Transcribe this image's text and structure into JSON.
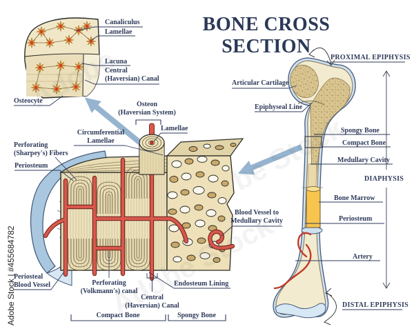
{
  "title": "BONE CROSS SECTION",
  "watermark": {
    "vertical": "Adobe Stock | #455684782",
    "diag1": "Adobe",
    "diag2": "be Stock",
    "diag3": "Adobe Stock"
  },
  "inset": {
    "canaliculus": "Canaliculus",
    "lamellae": "Lamellae",
    "lacuna": "Lacuna",
    "central_canal": "Central\n(Haversian) Canal",
    "osteocyte": "Osteocyte"
  },
  "osteon": {
    "osteon": "Osteon\n(Haversian System)",
    "lamellae": "Lamellae",
    "circumferential": "Circumferential\nLamellae",
    "sharpeys": "Perforating\n(Sharpey's) Fibers",
    "periosteum": "Periosteum",
    "blood_vessel": "Blood Vessel to\nMedullary Cavity",
    "periosteal_bv": "Periosteal\nBlood Vessel",
    "volkmanns": "Perforating\n(Volkmann's) canal",
    "central_canal": "Central\n(Haversian) Canal",
    "endosteum": "Endosteum Lining",
    "compact": "Compact Bone",
    "spongy": "Spongy Bone"
  },
  "bone": {
    "proximal": "PROXIMAL EPIPHYSIS",
    "articular": "Articular Cartilage",
    "epiphyseal": "Epiphyseal Line",
    "spongy": "Spongy Bone",
    "compact": "Compact Bone",
    "medullary": "Medullary Cavity",
    "diaphysis": "DIAPHYSIS",
    "marrow": "Bone Marrow",
    "periosteum": "Periosteum",
    "artery": "Artery",
    "distal": "DISTAL EPIPHYSIS"
  },
  "colors": {
    "label_navy": "#2e3a5a",
    "title_navy": "#2b3857",
    "bone_beige": "#ece1bd",
    "spongy_tan": "#c9a96a",
    "vessel_red": "#d9584c",
    "periosteum_blue": "#aac7e0",
    "zoom_arrow_blue": "#96b4cf",
    "marrow_yellow": "#f7c44d",
    "osteocyte_orange": "#f2a93c"
  }
}
